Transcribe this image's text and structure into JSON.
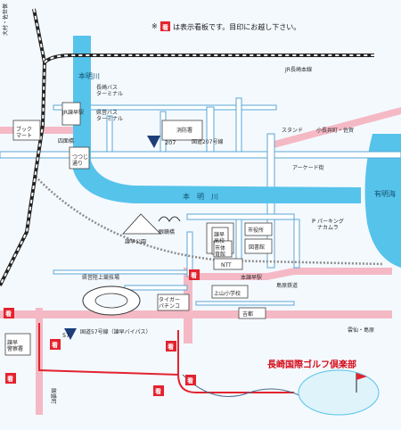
{
  "legend": {
    "star": "※",
    "sign_char": "看",
    "note": "は表示看板です。目印にお越し下さい。"
  },
  "rivers": {
    "main": "本　明　川",
    "main_v": "本明川"
  },
  "sea": "有明海",
  "railways": {
    "jr_nagasaki": "JR長崎本線",
    "shimabara": "島原鉄道",
    "isahaya_station": "JR諫早駅",
    "hon_isahaya_station": "本諫早駅"
  },
  "roads": {
    "route207": "国道207号線",
    "route207_num": "207",
    "route57": "国道57号線（諫早バイパス）",
    "route57_num": "57",
    "arcade": "アーケード街"
  },
  "directions": {
    "omura": "大村・佐世保",
    "obama": "小長井町・佐賀",
    "unzen": "雲仙・島原",
    "iimori": "飯盛町"
  },
  "places": {
    "nagasaki_bus": "長崎バス\nターミナル",
    "kenei_bus": "県営バス\nターミナル",
    "shibou": "消防署",
    "stand": "スタンド",
    "book_mart": "ブック\nマート",
    "shinei": "四面橋",
    "tsutsuji": "つつじ\n通り",
    "isahaya_park": "諫早公園",
    "meganebashi": "眼鏡橋",
    "shiyakusho": "市役所",
    "isahaya_koukou": "諫早\n高校",
    "kouminkan": "市体\n育館",
    "toshokan": "図書館",
    "parking": "パーキング\nナカムラ",
    "ntt": "NTT",
    "kentei": "県営陸上競技場",
    "kamiyama_school": "上山小学校",
    "taiga": "タイガー\nパチンコ",
    "ichinokawa": "吉都",
    "fire_station": "諫早\n警察署",
    "p_mark": "P"
  },
  "destination": "長崎国際ゴルフ倶楽部",
  "sign_label": "看",
  "colors": {
    "river": "#56c3eb",
    "road_main": "#ffffff",
    "road_outline": "#5aa6d6",
    "route_red": "#e2232e",
    "rail_dark": "#222222",
    "pink_road": "#f4b9c5",
    "sign_bg": "#e2232e"
  }
}
